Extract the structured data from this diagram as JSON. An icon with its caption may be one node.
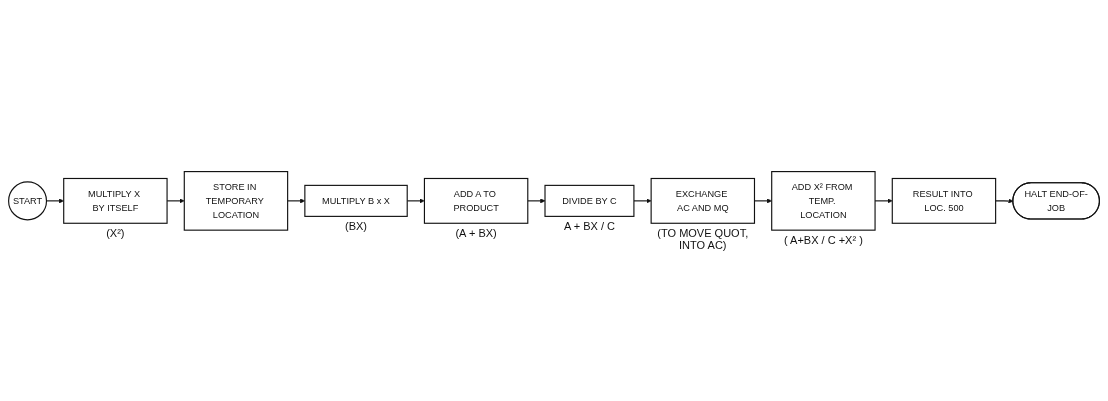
{
  "diagram": {
    "nodes": [
      {
        "text": [
          "START"
        ]
      },
      {
        "text": [
          "MULTIPLY X BY ITSELF"
        ],
        "beside": [
          "(X²)"
        ]
      },
      {
        "text": [
          "STORE IN TEMPORARY LOCATION"
        ]
      },
      {
        "text": [
          "MULTIPLY B x X"
        ],
        "beside": [
          "(BX)"
        ]
      },
      {
        "text": [
          "ADD A TO PRODUCT"
        ],
        "beside": [
          "(A + BX)"
        ]
      },
      {
        "text": [
          "DIVIDE BY C"
        ],
        "beside": [
          "A + BX / C"
        ]
      },
      {
        "text": [
          "EXCHANGE AC AND MQ"
        ],
        "beside": [
          "(TO MOVE QUOT, INTO AC)"
        ]
      },
      {
        "text": [
          "ADD X² FROM TEMP. LOCATION"
        ],
        "beside": [
          "( A+BX / C +X² )"
        ]
      },
      {
        "text": [
          "RESULT INTO LOC. 500"
        ]
      },
      {
        "text": [
          "HALT END-OF-JOB"
        ]
      }
    ],
    "edges": [
      {
        "from": 0,
        "to": 1,
        "arrow": "to"
      },
      {
        "from": 1,
        "to": 2,
        "arrow": "to"
      },
      {
        "from": 2,
        "to": 3,
        "arrow": "to"
      },
      {
        "from": 3,
        "to": 4,
        "arrow": "to"
      },
      {
        "from": 4,
        "to": 5,
        "arrow": "to"
      },
      {
        "from": 5,
        "to": 6,
        "arrow": "to"
      },
      {
        "from": 6,
        "to": 7,
        "arrow": "to"
      },
      {
        "from": 7,
        "to": 8,
        "arrow": "to"
      },
      {
        "from": 8,
        "to": 9,
        "arrow": "to"
      }
    ]
  }
}
